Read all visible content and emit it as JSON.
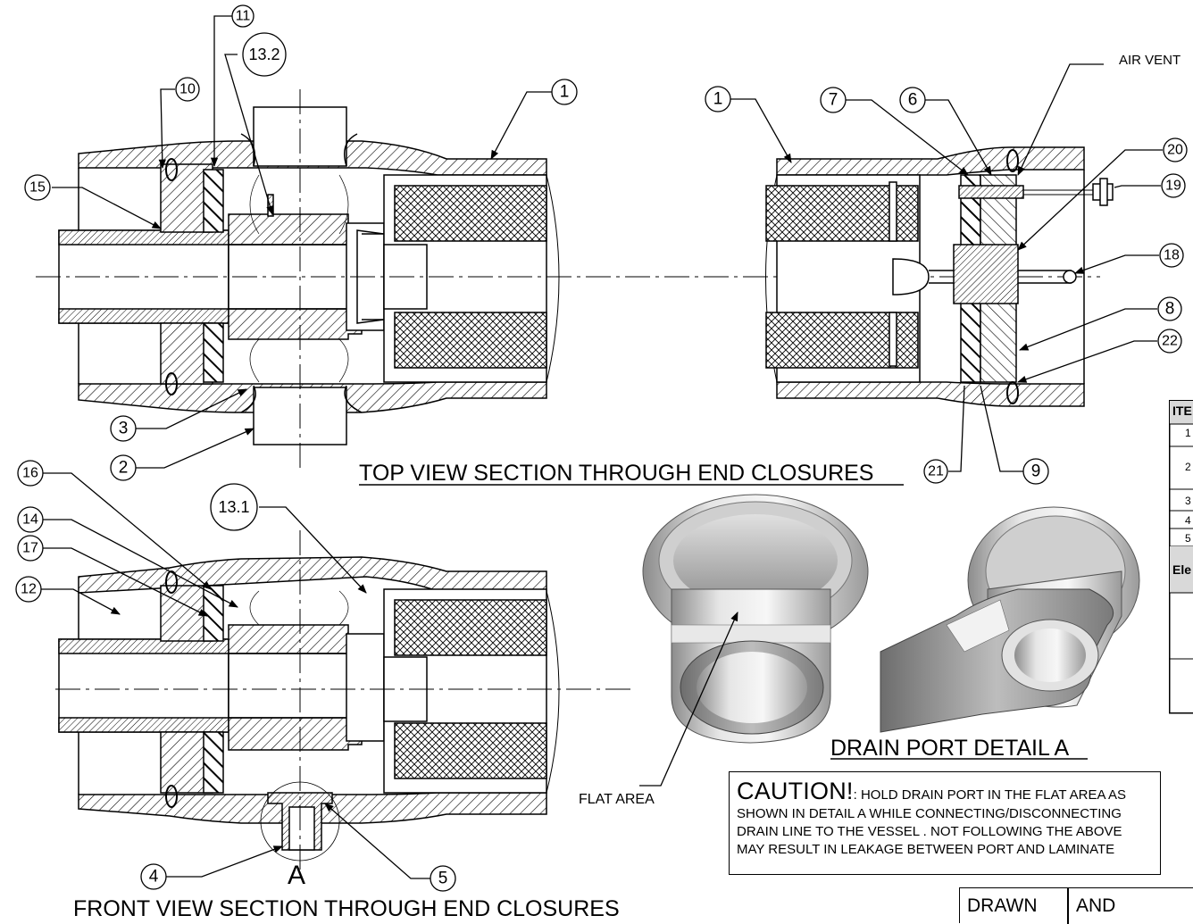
{
  "views": {
    "top_title": "TOP VIEW SECTION THROUGH END CLOSURES",
    "front_title": "FRONT VIEW SECTION THROUGH END CLOSURES",
    "detail_title": "DRAIN PORT DETAIL A",
    "detail_marker": "A"
  },
  "callouts": {
    "air_vent": "AIR VENT",
    "flat_area": "FLAT AREA"
  },
  "balloons": {
    "b1a": "1",
    "b1b": "1",
    "b2": "2",
    "b3": "3",
    "b4": "4",
    "b5": "5",
    "b6": "6",
    "b7": "7",
    "b8": "8",
    "b9": "9",
    "b10": "10",
    "b11": "11",
    "b12": "12",
    "b13_1": "13.1",
    "b13_2": "13.2",
    "b14": "14",
    "b15": "15",
    "b16": "16",
    "b17": "17",
    "b18": "18",
    "b19": "19",
    "b20": "20",
    "b21": "21",
    "b22": "22"
  },
  "caution": {
    "title": "CAUTION!",
    "lead": ": HOLD DRAIN PORT IN THE FLAT AREA AS",
    "line2": "SHOWN IN DETAIL A WHILE CONNECTING/DISCONNECTING",
    "line3": "DRAIN LINE TO THE VESSEL . NOT FOLLOWING THE ABOVE",
    "line4": "MAY RESULT IN LEAKAGE  BETWEEN PORT AND LAMINATE"
  },
  "title_block": {
    "drawn_label": "DRAWN",
    "drawn_value": "AND"
  },
  "table_fragment": {
    "header": "ITE",
    "rows": [
      "1",
      "2",
      "3",
      "4",
      "5"
    ],
    "elec": "Ele"
  }
}
